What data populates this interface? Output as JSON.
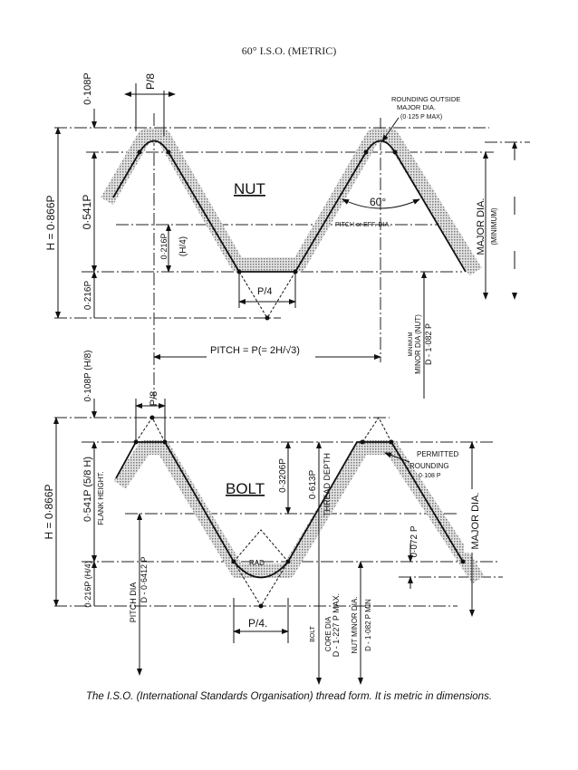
{
  "title": "60° I.S.O. (METRIC)",
  "caption": "The I.S.O. (International Standards Organisation) thread form. It is metric in dimensions.",
  "nut": {
    "name": "NUT",
    "crest_width": "P/8",
    "dim_top": "0·108P",
    "dim_flank": "0·541P",
    "dim_root": "0·216P",
    "height": "H = 0·866P",
    "pitch_offset_a": "0·216P",
    "pitch_offset_b": "(H/4)",
    "root_width": "P/4",
    "angle": "60°",
    "pitch_line": "PITCH or EFF. DIA.",
    "rounding_1": "ROUNDING OUTSIDE",
    "rounding_2": "MAJOR DIA.",
    "rounding_3": "(0·125 P MAX)",
    "major_dia": "MAJOR DIA.",
    "major_dia_sub": "(MINIMUM)",
    "minor_1": "MINIMUM",
    "minor_2": "MINOR DIA (NUT)",
    "minor_3": "D - 1·082 P",
    "pitch": "PITCH = P(= 2H/√3)"
  },
  "bolt": {
    "name": "BOLT",
    "crest_width": "P/8",
    "dim_top": "0·108P (H/8)",
    "dim_flank": "0·541P (5/8 H)",
    "flank_height": "FLANK HEIGHT.",
    "dim_root": "0·216P (H/4)",
    "height": "H = 0·866P",
    "pitch_dia_1": "PITCH DIA",
    "pitch_dia_2": "D - 0·6412 P",
    "rad": "RAD",
    "root_width": "P/4.",
    "dim_3206": "0·3206P",
    "dim_613": "0·613P",
    "thread_depth": "THREAD DEPTH",
    "core_1": "BOLT",
    "core_2": "CORE DIA",
    "core_3": "D - 1·227 P MAX.",
    "nut_minor_1": "NUT MINOR DIA.",
    "nut_minor_2": "D - 1·082 P MIN",
    "permitted_1": "PERMITTED",
    "permitted_2": "ROUNDING",
    "permitted_3": "0·108 P",
    "dim_072": "0·072 P",
    "major_dia": "MAJOR DIA."
  }
}
